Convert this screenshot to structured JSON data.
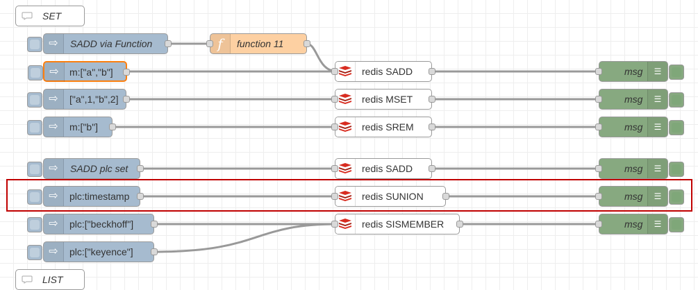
{
  "comments": {
    "set": "SET",
    "list": "LIST"
  },
  "injects": {
    "sadd_function": "SADD via Function",
    "m_ab": "m:[\"a\",\"b\"]",
    "a1b2": "[\"a\",1,\"b\",2]",
    "m_b": "m:[\"b\"]",
    "sadd_plc": "SADD plc set",
    "plc_timestamp": "plc:timestamp",
    "plc_beckhoff": "plc:[\"beckhoff\"]",
    "plc_keyence": "plc:[\"keyence\"]"
  },
  "function_node": {
    "label": "function 11",
    "icon": "function-icon"
  },
  "redis": {
    "sadd": "redis SADD",
    "mset": "redis MSET",
    "srem": "redis SREM",
    "sadd2": "redis SADD",
    "sunion": "redis SUNION",
    "sismember": "redis SISMEMBER"
  },
  "debug_label": "msg",
  "colors": {
    "inject": "#a6bbcf",
    "function": "#fdd0a2",
    "debug": "#87a980",
    "redis_icon": "#d82c20",
    "selected": "#ff7f0e",
    "highlight": "#c00000",
    "wire": "#999999"
  }
}
